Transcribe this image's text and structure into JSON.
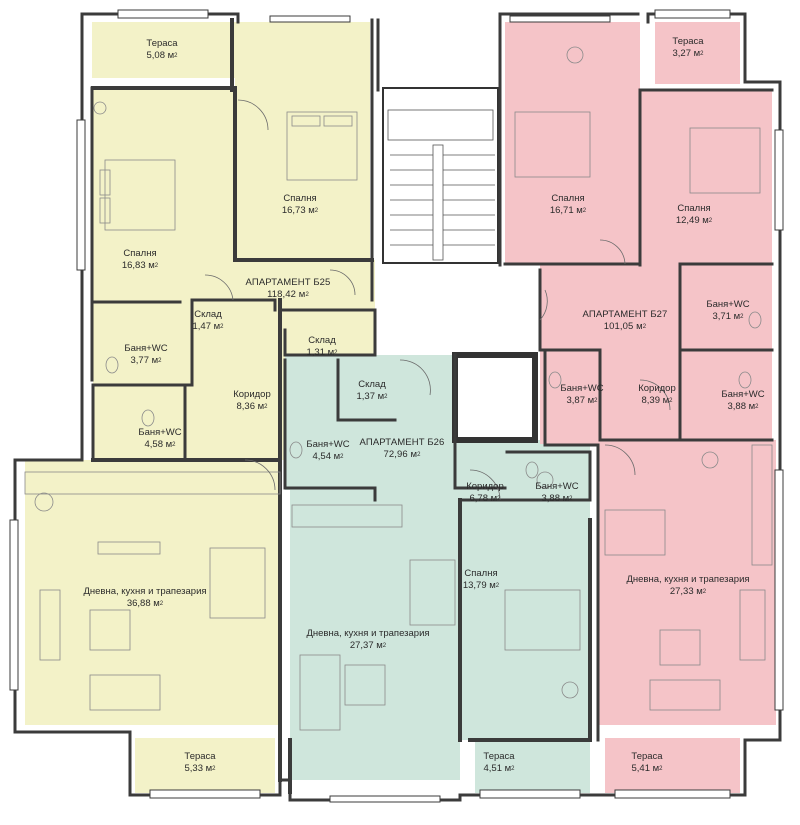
{
  "colors": {
    "apt_b25": "#f3f2c8",
    "apt_b26": "#cfe6dc",
    "apt_b27": "#f5c4c8",
    "wall": "#3b3b3b",
    "furniture": "#8a8a8a"
  },
  "apartments": [
    {
      "id": "b25",
      "name": "АПАРТАМЕНТ Б25",
      "area": "118,42"
    },
    {
      "id": "b26",
      "name": "АПАРТАМЕНТ Б26",
      "area": "72,96"
    },
    {
      "id": "b27",
      "name": "АПАРТАМЕНТ Б27",
      "area": "101,05"
    }
  ],
  "rooms": [
    {
      "id": "b25-terrace-top",
      "name": "Тераса",
      "area": "5,08"
    },
    {
      "id": "b25-bedroom-1",
      "name": "Спалня",
      "area": "16,73"
    },
    {
      "id": "b25-bedroom-2",
      "name": "Спалня",
      "area": "16,83"
    },
    {
      "id": "b25-storage-1",
      "name": "Склад",
      "area": "1,47"
    },
    {
      "id": "b25-storage-2",
      "name": "Склад",
      "area": "1,31"
    },
    {
      "id": "b25-bath-1",
      "name": "Баня+WC",
      "area": "3,77"
    },
    {
      "id": "b25-corridor",
      "name": "Коридор",
      "area": "8,36"
    },
    {
      "id": "b25-bath-2",
      "name": "Баня+WC",
      "area": "4,58"
    },
    {
      "id": "b25-living",
      "name": "Дневна, кухня и трапезария",
      "area": "36,88"
    },
    {
      "id": "b25-terrace-bottom",
      "name": "Тераса",
      "area": "5,33"
    },
    {
      "id": "b26-storage",
      "name": "Склад",
      "area": "1,37"
    },
    {
      "id": "b26-bath-1",
      "name": "Баня+WC",
      "area": "4,54"
    },
    {
      "id": "b26-corridor",
      "name": "Коридор",
      "area": "6,78"
    },
    {
      "id": "b26-bath-2",
      "name": "Баня+WC",
      "area": "3,88"
    },
    {
      "id": "b26-bedroom",
      "name": "Спалня",
      "area": "13,79"
    },
    {
      "id": "b26-living",
      "name": "Дневна, кухня и трапезария",
      "area": "27,37"
    },
    {
      "id": "b26-terrace",
      "name": "Тераса",
      "area": "4,51"
    },
    {
      "id": "b27-terrace-top",
      "name": "Тераса",
      "area": "3,27"
    },
    {
      "id": "b27-bedroom-1",
      "name": "Спалня",
      "area": "16,71"
    },
    {
      "id": "b27-bedroom-2",
      "name": "Спалня",
      "area": "12,49"
    },
    {
      "id": "b27-bath-1",
      "name": "Баня+WC",
      "area": "3,71"
    },
    {
      "id": "b27-bath-2",
      "name": "Баня+WC",
      "area": "3,87"
    },
    {
      "id": "b27-corridor",
      "name": "Коридор",
      "area": "8,39"
    },
    {
      "id": "b27-bath-3",
      "name": "Баня+WC",
      "area": "3,88"
    },
    {
      "id": "b27-living",
      "name": "Дневна, кухня и трапезария",
      "area": "27,33"
    },
    {
      "id": "b27-terrace-bottom",
      "name": "Тераса",
      "area": "5,41"
    }
  ],
  "area_unit": "м",
  "area_unit_sup": "2"
}
